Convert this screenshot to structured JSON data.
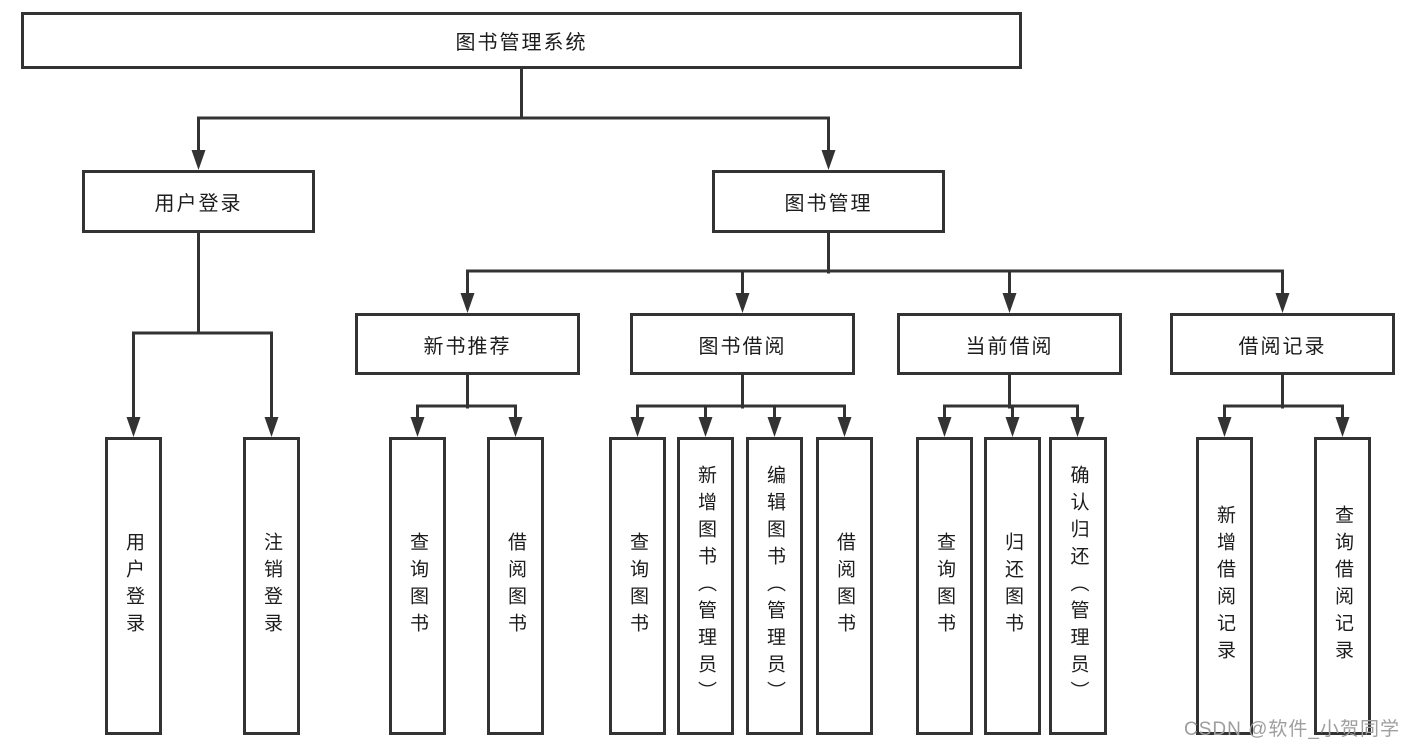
{
  "diagram": {
    "root": {
      "label": "图书管理系统"
    },
    "branches": [
      {
        "label": "用户登录",
        "children": [
          {
            "label": "用户登录"
          },
          {
            "label": "注销登录"
          }
        ]
      },
      {
        "label": "图书管理",
        "children": [
          {
            "label": "新书推荐",
            "children": [
              {
                "label": "查询图书"
              },
              {
                "label": "借阅图书"
              }
            ]
          },
          {
            "label": "图书借阅",
            "children": [
              {
                "label": "查询图书"
              },
              {
                "label": "新增图书（管理员）"
              },
              {
                "label": "编辑图书（管理员）"
              },
              {
                "label": "借阅图书"
              }
            ]
          },
          {
            "label": "当前借阅",
            "children": [
              {
                "label": "查询图书"
              },
              {
                "label": "归还图书"
              },
              {
                "label": "确认归还（管理员）"
              }
            ]
          },
          {
            "label": "借阅记录",
            "children": [
              {
                "label": "新增借阅记录"
              },
              {
                "label": "查询借阅记录"
              }
            ]
          }
        ]
      }
    ]
  },
  "watermark": {
    "text": "CSDN @软件_小贺同学"
  },
  "colors": {
    "line": "#333333",
    "text": "#1c1c1c",
    "box_background": "#ffffff",
    "watermark": "#9e9e9e",
    "page_background": "#ffffff"
  }
}
